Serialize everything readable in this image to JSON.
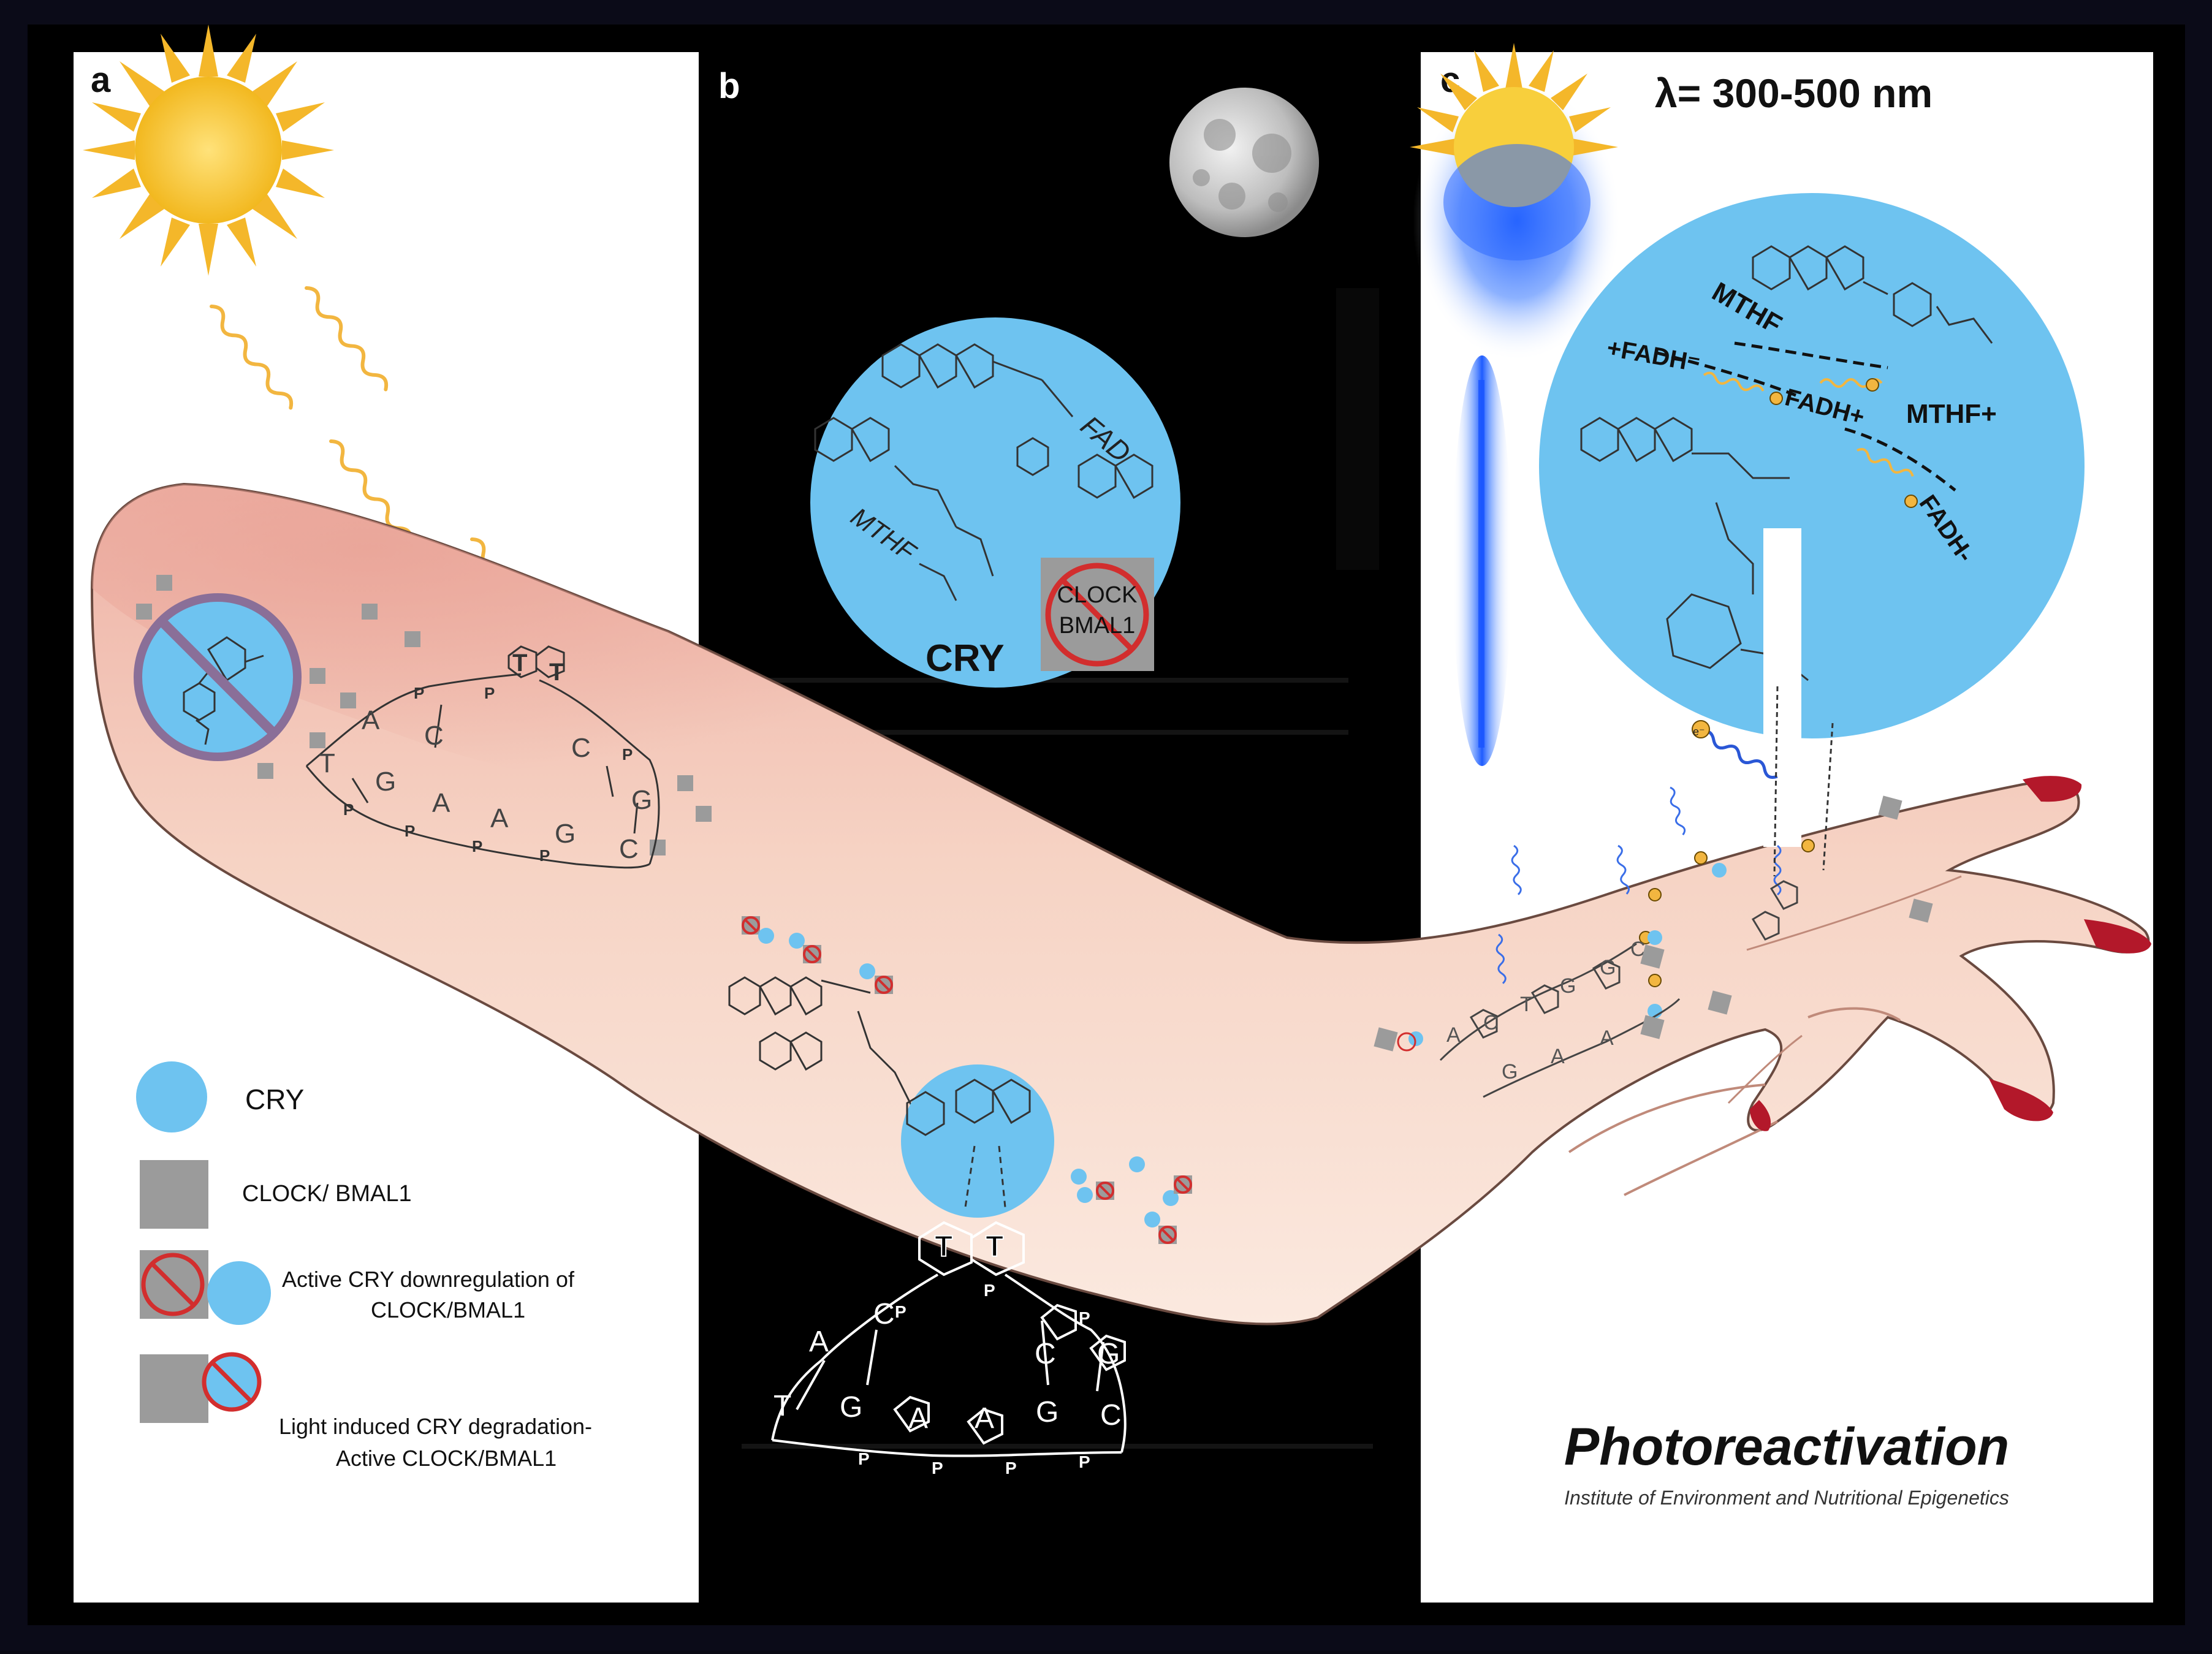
{
  "panels": {
    "a": {
      "label": "a"
    },
    "b": {
      "label": "b"
    },
    "c": {
      "label": "c",
      "wavelength": "λ= 300-500 nm"
    }
  },
  "panel_b_circle": {
    "fad": "FAD",
    "mthf": "MTHF",
    "cry": "CRY",
    "clock": "CLOCK",
    "bmal": "BMAL1"
  },
  "panel_c_circle": {
    "mthf": "MTHF",
    "mthf_plus": "MTHF+",
    "fadh_neg_left": "+FADH⁻",
    "fadh_plus": "FADH+",
    "fadh_neg_right": "FADH-"
  },
  "dna_a": {
    "thymines": [
      "T",
      "T"
    ],
    "top": [
      "A",
      "C",
      "C",
      "G"
    ],
    "bottom": [
      "T",
      "G",
      "A",
      "A",
      "G",
      "C"
    ],
    "backbone": "P"
  },
  "dna_b": {
    "thymines": [
      "T",
      "T"
    ],
    "top": [
      "A",
      "C",
      "C",
      "G"
    ],
    "bottom": [
      "T",
      "G",
      "A",
      "A",
      "G",
      "C"
    ],
    "backbone": "P"
  },
  "dna_c": {
    "top": [
      "A",
      "C",
      "T",
      "G",
      "G",
      "C"
    ],
    "bottom": [
      "G",
      "A",
      "A"
    ],
    "electron": "e⁻"
  },
  "legend": {
    "cry": "CRY",
    "clock": "CLOCK/ BMAL1",
    "active_line1": "Active CRY downregulation of",
    "active_line2": "CLOCK/BMAL1",
    "light_line1": "Light induced CRY degradation-",
    "light_line2": "Active CLOCK/BMAL1"
  },
  "footer": {
    "title": "Photoreactivation",
    "subtitle": "Institute of Environment and Nutritional Epigenetics"
  },
  "colors": {
    "cry_blue": "#6ec3f0",
    "clock_gray": "#9b9b9b",
    "sun_yellow": "#f5c842",
    "nail_red": "#b3182a",
    "skin": "#f7d9c8",
    "prohibit_red": "#d22e2e"
  }
}
